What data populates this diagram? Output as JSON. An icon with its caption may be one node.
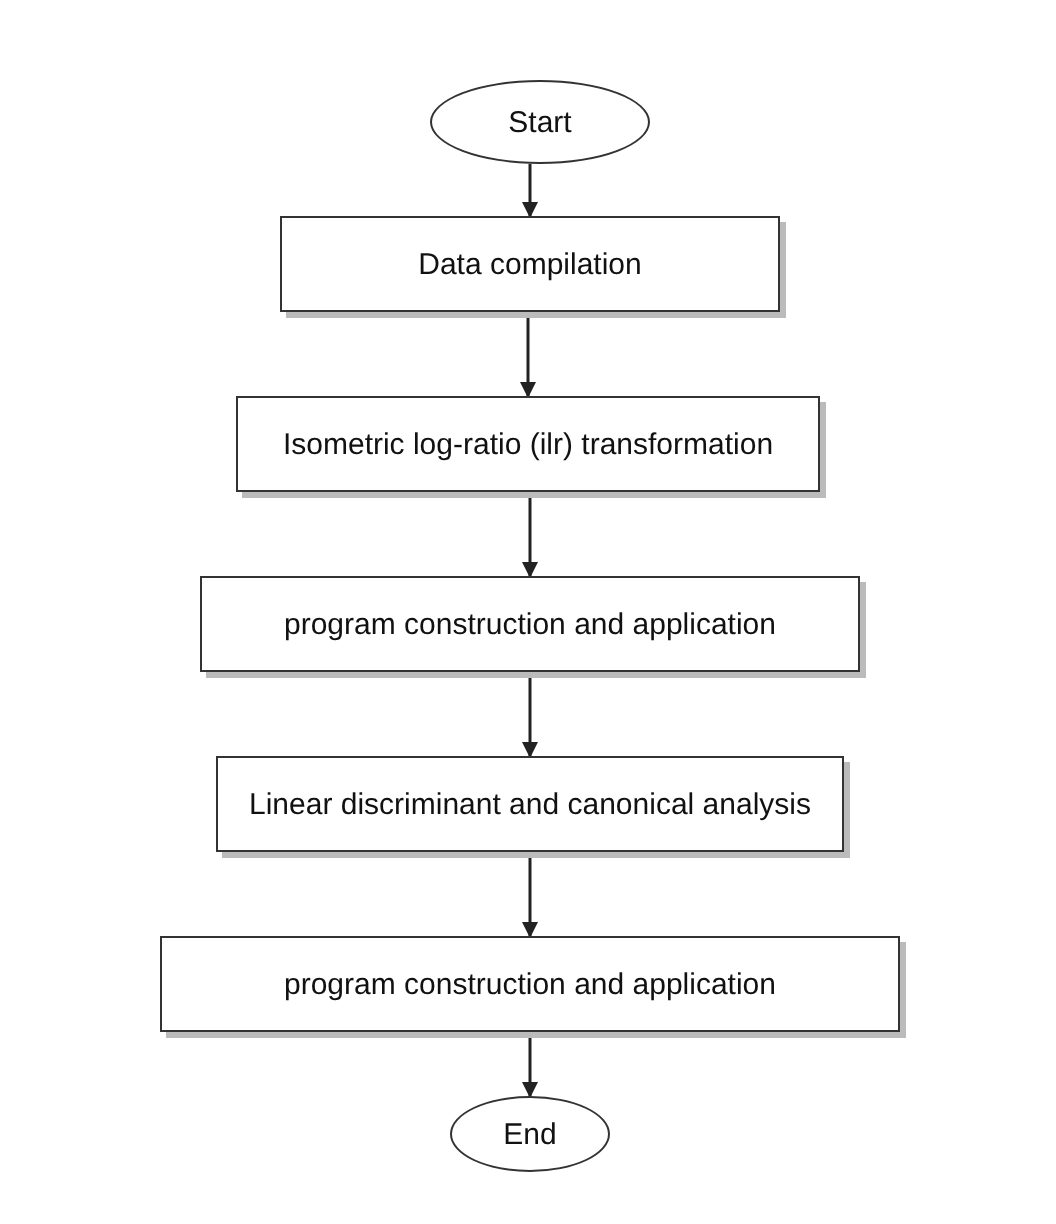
{
  "diagram": {
    "nodes": [
      {
        "text": [
          "Start"
        ]
      },
      {
        "text": [
          "Data compilation"
        ]
      },
      {
        "text": [
          "Isometric log-ratio (ilr) transformation"
        ]
      },
      {
        "text": [
          "program construction and application"
        ]
      },
      {
        "text": [
          "Linear discriminant and canonical analysis"
        ]
      },
      {
        "text": [
          "program construction and application"
        ]
      },
      {
        "text": [
          "End"
        ]
      }
    ],
    "edges": [
      {
        "from": 0,
        "to": 1,
        "arrow": "to"
      },
      {
        "from": 1,
        "to": 2,
        "arrow": "to"
      },
      {
        "from": 2,
        "to": 3,
        "arrow": "to"
      },
      {
        "from": 3,
        "to": 4,
        "arrow": "to"
      },
      {
        "from": 4,
        "to": 5,
        "arrow": "to"
      },
      {
        "from": 5,
        "to": 6,
        "arrow": "to"
      }
    ]
  }
}
